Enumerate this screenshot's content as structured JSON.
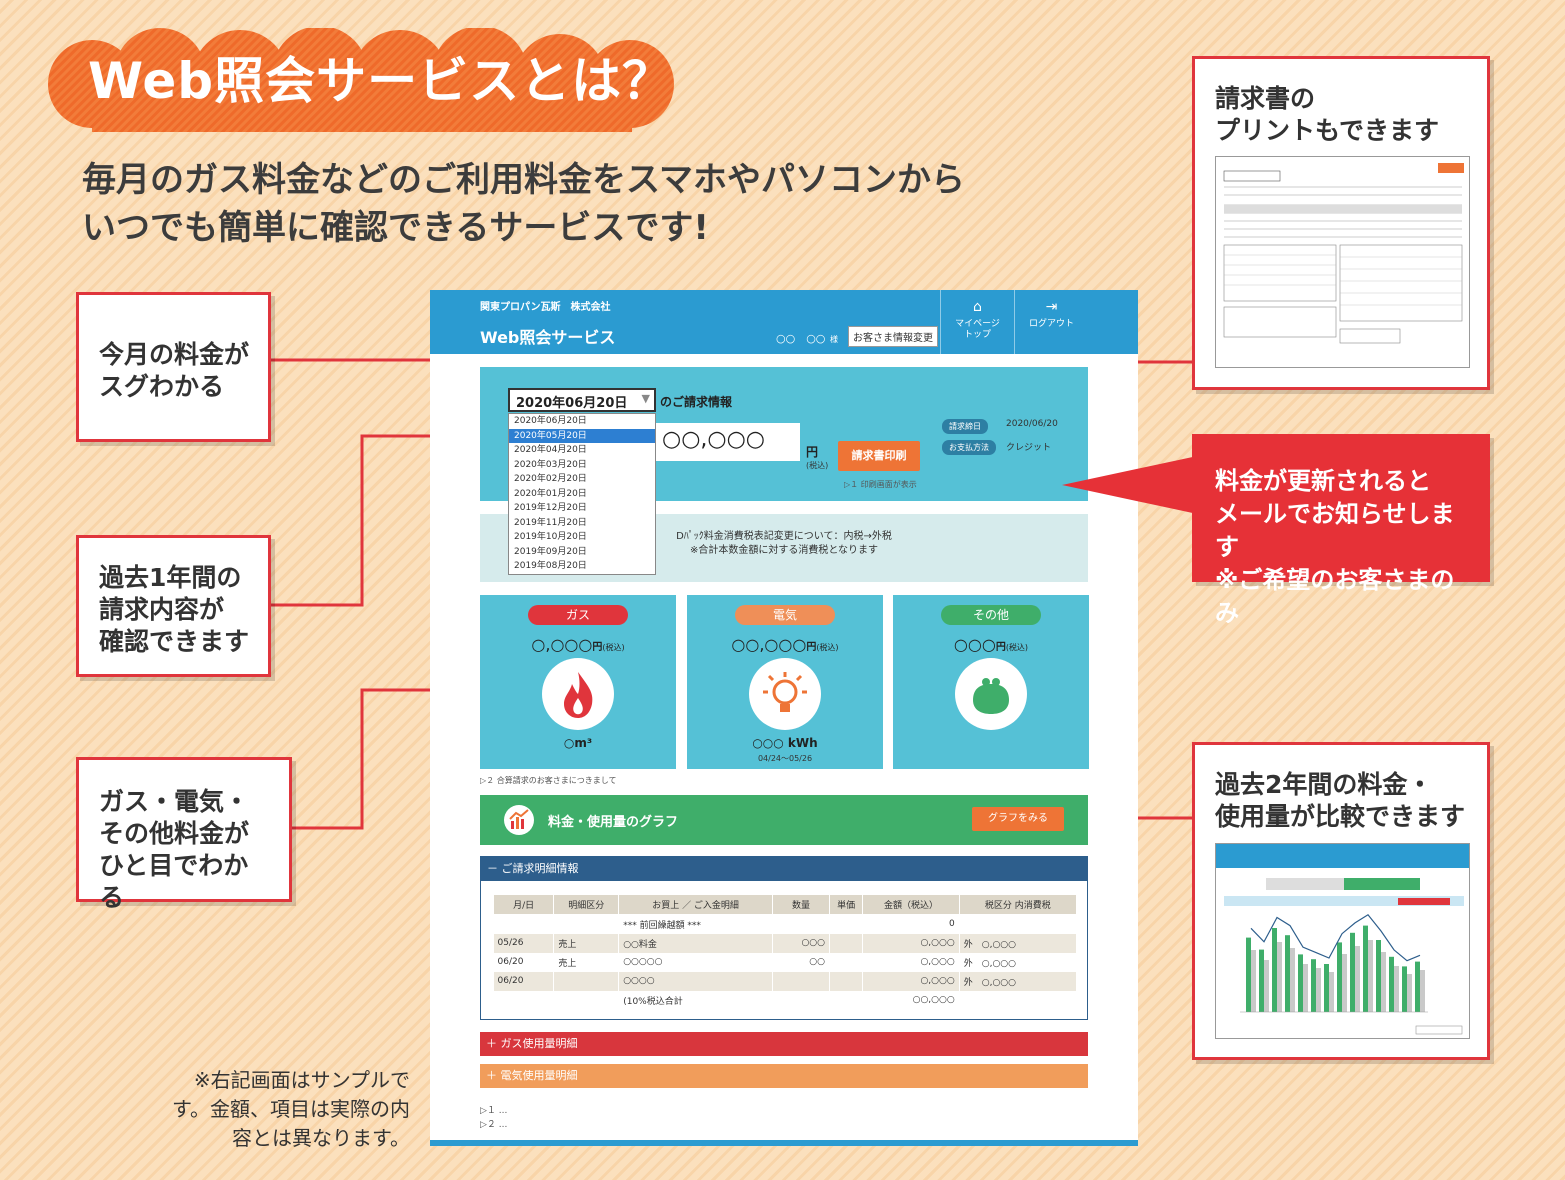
{
  "title": "Web照会サービスとは？",
  "subtitle": [
    "毎月のガス料金などのご利用料金をスマホやパソコンから",
    "いつでも簡単に確認できるサービスです!"
  ],
  "callouts": {
    "current": "今月の料金が\nスグわかる",
    "past": "過去1年間の\n請求内容が\n確認できます",
    "overview": "ガス・電気・\nその他料金が\nひと目でわかる",
    "print": "請求書の\nプリントもできます",
    "mail": "料金が更新されると\nメールでお知らせします\n※ご希望のお客さまのみ",
    "graph": "過去2年間の料金・\n使用量が比較できます"
  },
  "note": "※右記画面はサンプルです。金額、項目は実際の内容とは異なります。",
  "screen": {
    "company": "関東プロパン瓦斯　株式会社",
    "app_name": "Web照会サービス",
    "user": "○○　○○",
    "user_suffix": "様",
    "info_button": "お客さま情報変更",
    "nav": [
      {
        "label": "マイページ\nトップ",
        "icon": "home-icon"
      },
      {
        "label": "ログアウト",
        "icon": "logout-icon"
      }
    ],
    "bill": {
      "selected_date": "2020年06月20日",
      "info_label": "のご請求情報",
      "amount": "○○,○○○",
      "yen": "円",
      "tax_incl": "(税込)",
      "print_button": "請求書印刷",
      "print_note": "▷１ 印刷画面が表示",
      "closing_label": "請求締日",
      "closing_date": "2020/06/20",
      "payment_label": "お支払方法",
      "payment_method": "クレジット"
    },
    "dropdown_options": [
      "2020年06月20日",
      "2020年05月20日",
      "2020年04月20日",
      "2020年03月20日",
      "2020年02月20日",
      "2020年01月20日",
      "2019年12月20日",
      "2019年11月20日",
      "2019年10月20日",
      "2019年09月20日",
      "2019年08月20日"
    ],
    "dropdown_selected_index": 1,
    "tax_notice": [
      "Dﾊﾟｯｸ料金消費税表記変更について：内税→外税",
      "※合計本数金額に対する消費税となります"
    ],
    "utilities": [
      {
        "tag": "ガス",
        "amount": "○,○○○",
        "usage": "○m³",
        "period": "",
        "icon": "flame-icon"
      },
      {
        "tag": "電気",
        "amount": "○○,○○○",
        "usage": "○○○ kWh",
        "period": "04/24～05/26",
        "icon": "lightbulb-icon"
      },
      {
        "tag": "その他",
        "amount": "○○○",
        "usage": "",
        "period": "",
        "icon": "purse-icon"
      }
    ],
    "yen_unit": "円",
    "tax_unit": "(税込)",
    "combined_note": "▷２ 合算請求のお客さまにつきまして",
    "graph_title": "料金・使用量のグラフ",
    "graph_button": "グラフをみる",
    "detail_title": "－ ご請求明細情報",
    "detail_columns": [
      "月/日",
      "明細区分",
      "お買上 ／ ご入金明細",
      "数量",
      "単価",
      "金額（税込）",
      "税区分 内消費税"
    ],
    "detail_rows": [
      [
        "",
        "",
        "*** 前回繰越額 ***",
        "",
        "",
        "0",
        ""
      ],
      [
        "05/26",
        "売上",
        "○○料金",
        "○○○",
        "",
        "○,○○○",
        "外　○,○○○"
      ],
      [
        "06/20",
        "売上",
        "○○○○○",
        "○○",
        "",
        "○,○○○",
        "外　○,○○○"
      ],
      [
        "06/20",
        "",
        "○○○○",
        "",
        "",
        "○,○○○",
        "外　○,○○○"
      ],
      [
        "",
        "",
        "(10%税込合計",
        "",
        "",
        "○○,○○○",
        ""
      ]
    ],
    "gas_section": "＋ ガス使用量明細",
    "elec_section": "＋ 電気使用量明細",
    "footnotes": [
      "▷１ ...",
      "▷２ ..."
    ]
  },
  "colors": {
    "red": "#e0353c",
    "orange": "#ee7436",
    "blue": "#2b9bd1",
    "teal": "#55c1d6",
    "green": "#3fae6a"
  }
}
